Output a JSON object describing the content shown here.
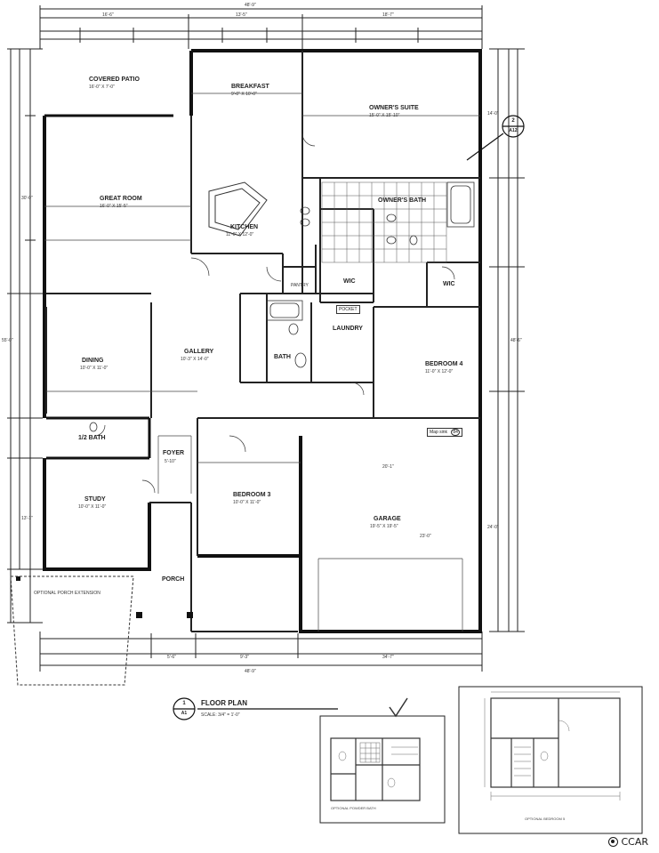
{
  "rooms": {
    "covered_patio": {
      "name": "COVERED PATIO",
      "size": "16'-0\" X 7'-0\""
    },
    "breakfast": {
      "name": "BREAKFAST",
      "size": "9'-0\" X 10'-0\""
    },
    "owners_suite": {
      "name": "OWNER'S SUITE",
      "size": "15'-0\" X 15'-10\""
    },
    "great_room": {
      "name": "GREAT ROOM",
      "size": "16'-0\" X 15'-5\""
    },
    "kitchen": {
      "name": "KITCHEN",
      "size": "11'-0\" X 12'-0\""
    },
    "owners_bath": {
      "name": "OWNER'S BATH"
    },
    "wic_1": {
      "name": "WIC"
    },
    "wic_2": {
      "name": "WIC"
    },
    "pantry": {
      "name": "PANTRY"
    },
    "dining": {
      "name": "DINING",
      "size": "10'-0\" X 11'-0\""
    },
    "gallery": {
      "name": "GALLERY",
      "size": "10'-3\" X 14'-0\""
    },
    "bath": {
      "name": "BATH"
    },
    "laundry": {
      "name": "LAUNDRY"
    },
    "bedroom_4": {
      "name": "BEDROOM 4",
      "size": "11'-0\" X 12'-0\""
    },
    "half_bath": {
      "name": "1/2 BATH"
    },
    "foyer": {
      "name": "FOYER",
      "size": "5'-10\""
    },
    "study": {
      "name": "STUDY",
      "size": "10'-0\" X 11'-0\""
    },
    "bedroom_3": {
      "name": "BEDROOM 3",
      "size": "10'-0\" X 11'-0\""
    },
    "garage": {
      "name": "GARAGE",
      "size": "19'-5\" X 19'-5\""
    },
    "porch": {
      "name": "PORCH"
    },
    "optional_porch": {
      "name": "OPTIONAL PORCH EXTENSION"
    }
  },
  "dimensions": {
    "top_overall": "48'-9\"",
    "top_1": "16'-6\"",
    "top_2": "13'-5\"",
    "top_3": "18'-7\"",
    "bottom_overall": "48'-9\"",
    "bottom_1": "5'-6\"",
    "bottom_2": "9'-3\"",
    "bottom_3": "34'-7\"",
    "left_overall": "55'-0\"",
    "left_1": "30'-0\"",
    "left_2": "13'-1\"",
    "right_overall": "48'-6\"",
    "right_1": "14'-0\"",
    "right_2": "24'-0\"",
    "garage_width": "20'-1\"",
    "garage_depth": "23'-0\""
  },
  "notes": {
    "callout_num": "2",
    "callout_sheet": "A12",
    "map_tag": "Map sink",
    "map_num": "84",
    "laundry_tag": "POCKET"
  },
  "title_block": {
    "num": "1",
    "sheet": "A1",
    "title": "FLOOR PLAN",
    "scale": "SCALE: 3/4\" = 1'-0\""
  },
  "insets": {
    "left_caption": "OPTIONAL POWDER BATH",
    "right_caption": "OPTIONAL BEDROOM 5"
  },
  "watermark": {
    "text": "CCAR"
  }
}
